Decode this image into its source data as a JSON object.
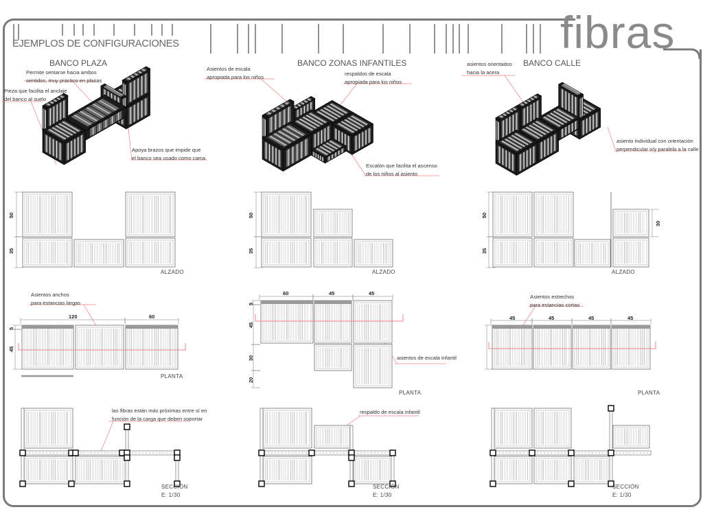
{
  "header": {
    "title": "EJEMPLOS DE CONFIGURACIONES",
    "brand": "fibras"
  },
  "columns": [
    {
      "name": "BANCO PLAZA",
      "notes": [
        [
          "Permite sentarse hacia ambos",
          "sentidos, muy práctico en plazas"
        ],
        [
          "Pieza que facilita el anclaje",
          "del banco al suelo"
        ],
        [
          "Apoya brazos que impide que",
          "el banco sea usado como cama"
        ]
      ],
      "alzado": {
        "label": "ALZADO",
        "dims": [
          "50",
          "35"
        ]
      },
      "planta": {
        "label": "PLANTA",
        "note": [
          "Asientos anchos",
          "para estancias largas"
        ],
        "dims_h": [
          "120",
          "60"
        ],
        "dims_v": [
          "5",
          "45"
        ]
      },
      "seccion": {
        "label": "SECCIÓN",
        "scale": "E: 1/30",
        "note": [
          "las fibras están más próximas entre sí en",
          "función de la carga que deben soportar"
        ]
      }
    },
    {
      "name": "BANCO ZONAS INFANTILES",
      "notes": [
        [
          "Asientos de escala",
          "apropiada para los niños"
        ],
        [
          "respaldos de escala",
          "apropiada para los niños"
        ],
        [
          "Escalón que facilita el ascenso",
          "de los niños al asiento"
        ]
      ],
      "alzado": {
        "label": "ALZADO",
        "dims": [
          "50",
          "35"
        ]
      },
      "planta": {
        "label": "PLANTA",
        "note": [
          "asientos de escala infantil"
        ],
        "dims_h": [
          "60",
          "45",
          "45"
        ],
        "dims_v": [
          "5",
          "45",
          "30",
          "20"
        ]
      },
      "seccion": {
        "label": "SECCIÓN",
        "scale": "E: 1/30",
        "note": [
          "respaldo de escala infantil"
        ]
      }
    },
    {
      "name": "BANCO CALLE",
      "notes": [
        [
          "asientos orientados",
          "hacia la acera"
        ],
        [
          "asiento individual con orientación",
          "perpendicular o/y paralela a la calle"
        ]
      ],
      "alzado": {
        "label": "ALZADO",
        "dims": [
          "50",
          "35",
          "30"
        ]
      },
      "planta": {
        "label": "PLANTA",
        "note": [
          "Asientos estrechos",
          "para estancias cortas"
        ],
        "dims_h": [
          "45",
          "45",
          "45",
          "45"
        ]
      },
      "seccion": {
        "label": "SECCIÓN",
        "scale": "E: 1/30"
      }
    }
  ],
  "colors": {
    "leader": "#f08080",
    "frame": "#7a7a7a",
    "bench": "#1c1c1c"
  }
}
